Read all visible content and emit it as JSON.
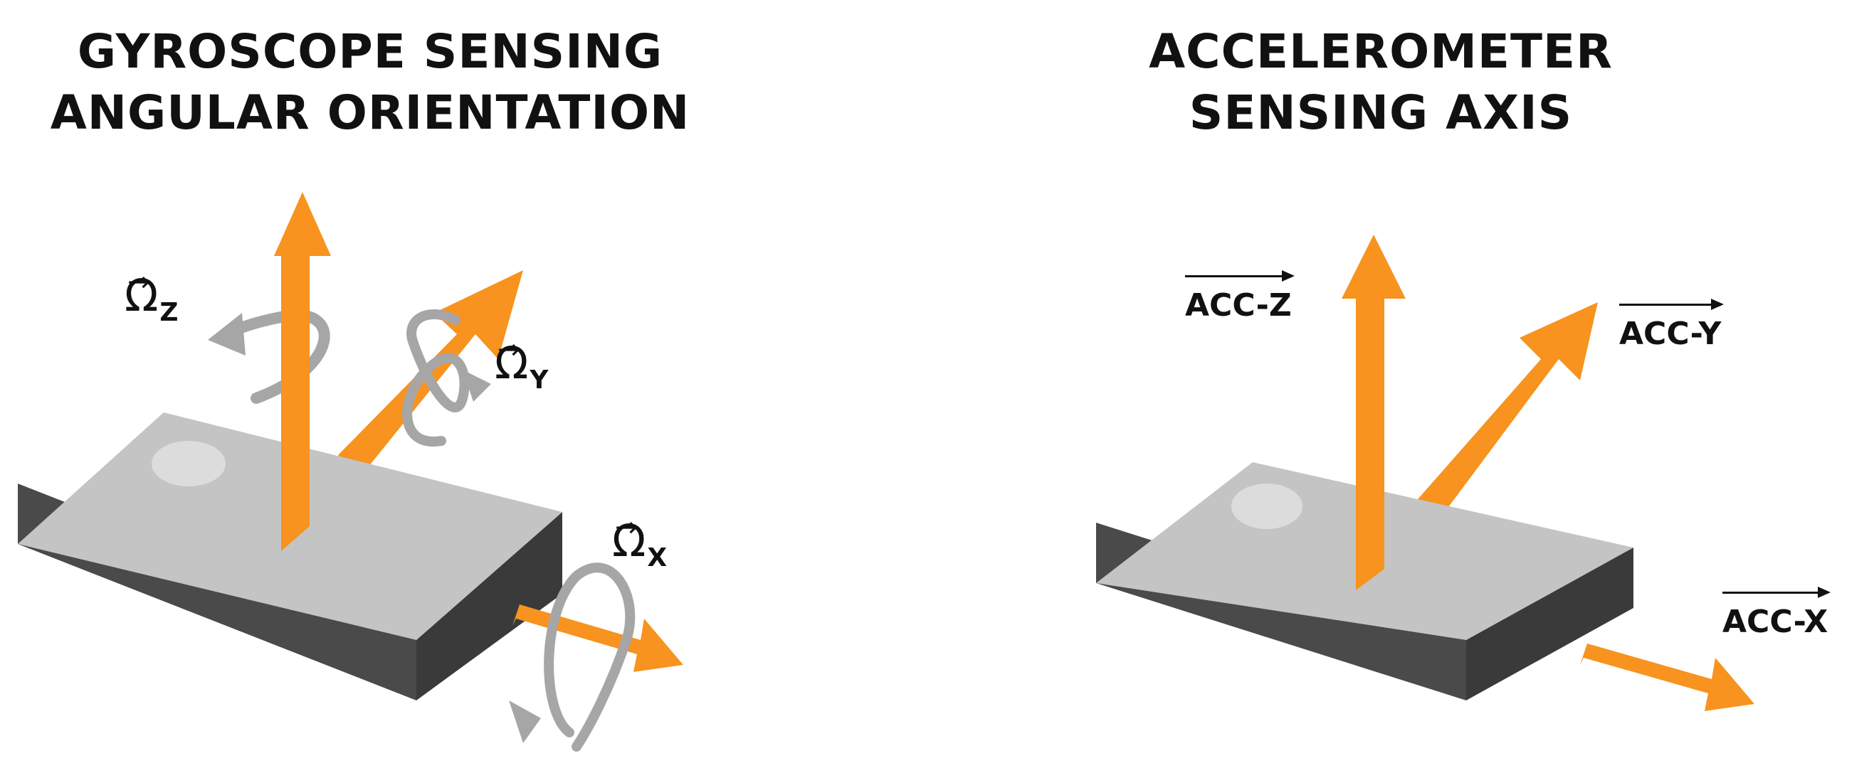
{
  "gyroscope": {
    "title_line1": "GYROSCOPE SENSING",
    "title_line2": "ANGULAR ORIENTATION",
    "omega_symbol": "Ω",
    "label_z_sub": "Z",
    "label_y_sub": "Y",
    "label_x_sub": "X"
  },
  "accelerometer": {
    "title_line1": "ACCELEROMETER",
    "title_line2": "SENSING AXIS",
    "label_z": "ACC-Z",
    "label_y": "ACC-Y",
    "label_x": "ACC-X"
  },
  "colors": {
    "arrow": "#F7931E",
    "rotation_arrow": "#A6A6A6",
    "chip_top": "#C4C4C4",
    "chip_side": "#4A4A4A",
    "chip_dot": "#DCDCDC"
  }
}
